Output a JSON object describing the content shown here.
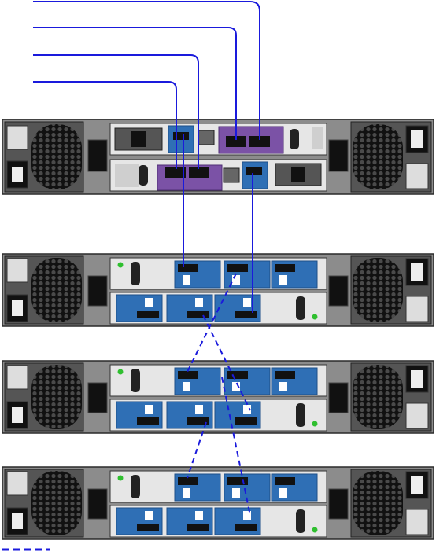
{
  "colors": {
    "cable": "#1a1adc",
    "chassis": "#9a9a9a",
    "chassis_dark": "#2a2a2a",
    "panel": "#e6e6e6",
    "iom": "#2f6fb5",
    "iom_dark": "#1d4f88",
    "hba": "#7b52a6",
    "led_green": "#2fbf2f",
    "port_black": "#111111",
    "background": "#ffffff"
  },
  "controller": {
    "hba_ports_top": [
      "port-a",
      "port-b"
    ],
    "hba_ports_bottom": [
      "port-c",
      "port-d"
    ],
    "icons": [
      "power-supply-icon",
      "fan-icon",
      "power-socket-icon",
      "ethernet-port-icon",
      "usb-port-icon",
      "power-switch-icon"
    ]
  },
  "shelves": [
    {
      "id": "shelf-1",
      "iom_top": [
        "in-arrow",
        "out-arrow",
        "service"
      ],
      "iom_bottom": [
        "service",
        "in-arrow",
        "out-arrow"
      ]
    },
    {
      "id": "shelf-2",
      "iom_top": [
        "in-arrow",
        "out-arrow",
        "service"
      ],
      "iom_bottom": [
        "service",
        "in-arrow",
        "out-arrow"
      ]
    },
    {
      "id": "shelf-3",
      "iom_top": [
        "in-arrow",
        "out-arrow",
        "service"
      ],
      "iom_bottom": [
        "service",
        "in-arrow",
        "out-arrow"
      ]
    }
  ],
  "legend": {
    "dashed_cable_label": ""
  }
}
